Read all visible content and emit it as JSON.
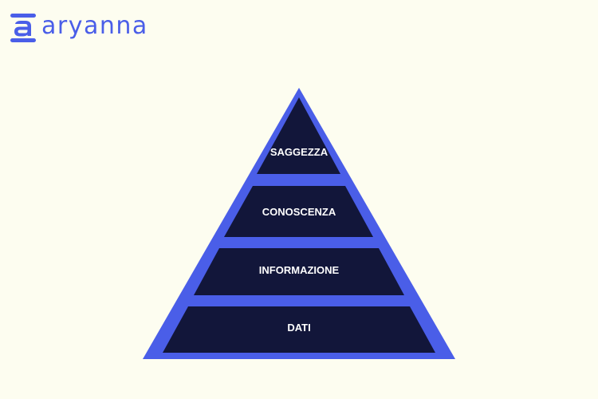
{
  "brand": {
    "name": "aryanna",
    "color": "#4a5ee8",
    "icon": "brand-a-icon"
  },
  "pyramid": {
    "outline_color": "#4a5ee8",
    "level_color": "#12163a",
    "text_color": "#ffffff",
    "levels": [
      {
        "label": "SAGGEZZA"
      },
      {
        "label": "CONOSCENZA"
      },
      {
        "label": "INFORMAZIONE"
      },
      {
        "label": "DATI"
      }
    ]
  },
  "background_color": "#fdfdf0"
}
